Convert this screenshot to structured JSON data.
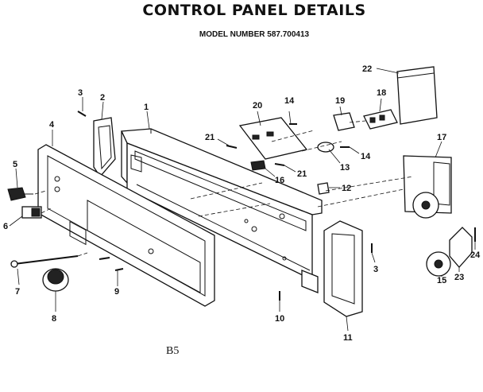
{
  "header": {
    "title": "CONTROL PANEL DETAILS",
    "model": "MODEL NUMBER 587.700413"
  },
  "footer": {
    "page_code": "B5"
  },
  "callouts": {
    "n1": "1",
    "n2": "2",
    "n3a": "3",
    "n3b": "3",
    "n4": "4",
    "n5": "5",
    "n6": "6",
    "n7": "7",
    "n8": "8",
    "n9": "9",
    "n10": "10",
    "n11": "11",
    "n12": "12",
    "n13": "13",
    "n14a": "14",
    "n14b": "14",
    "n15": "15",
    "n16": "16",
    "n17": "17",
    "n18": "18",
    "n19": "19",
    "n20": "20",
    "n21a": "21",
    "n21b": "21",
    "n22": "22",
    "n23": "23",
    "n24": "24"
  }
}
